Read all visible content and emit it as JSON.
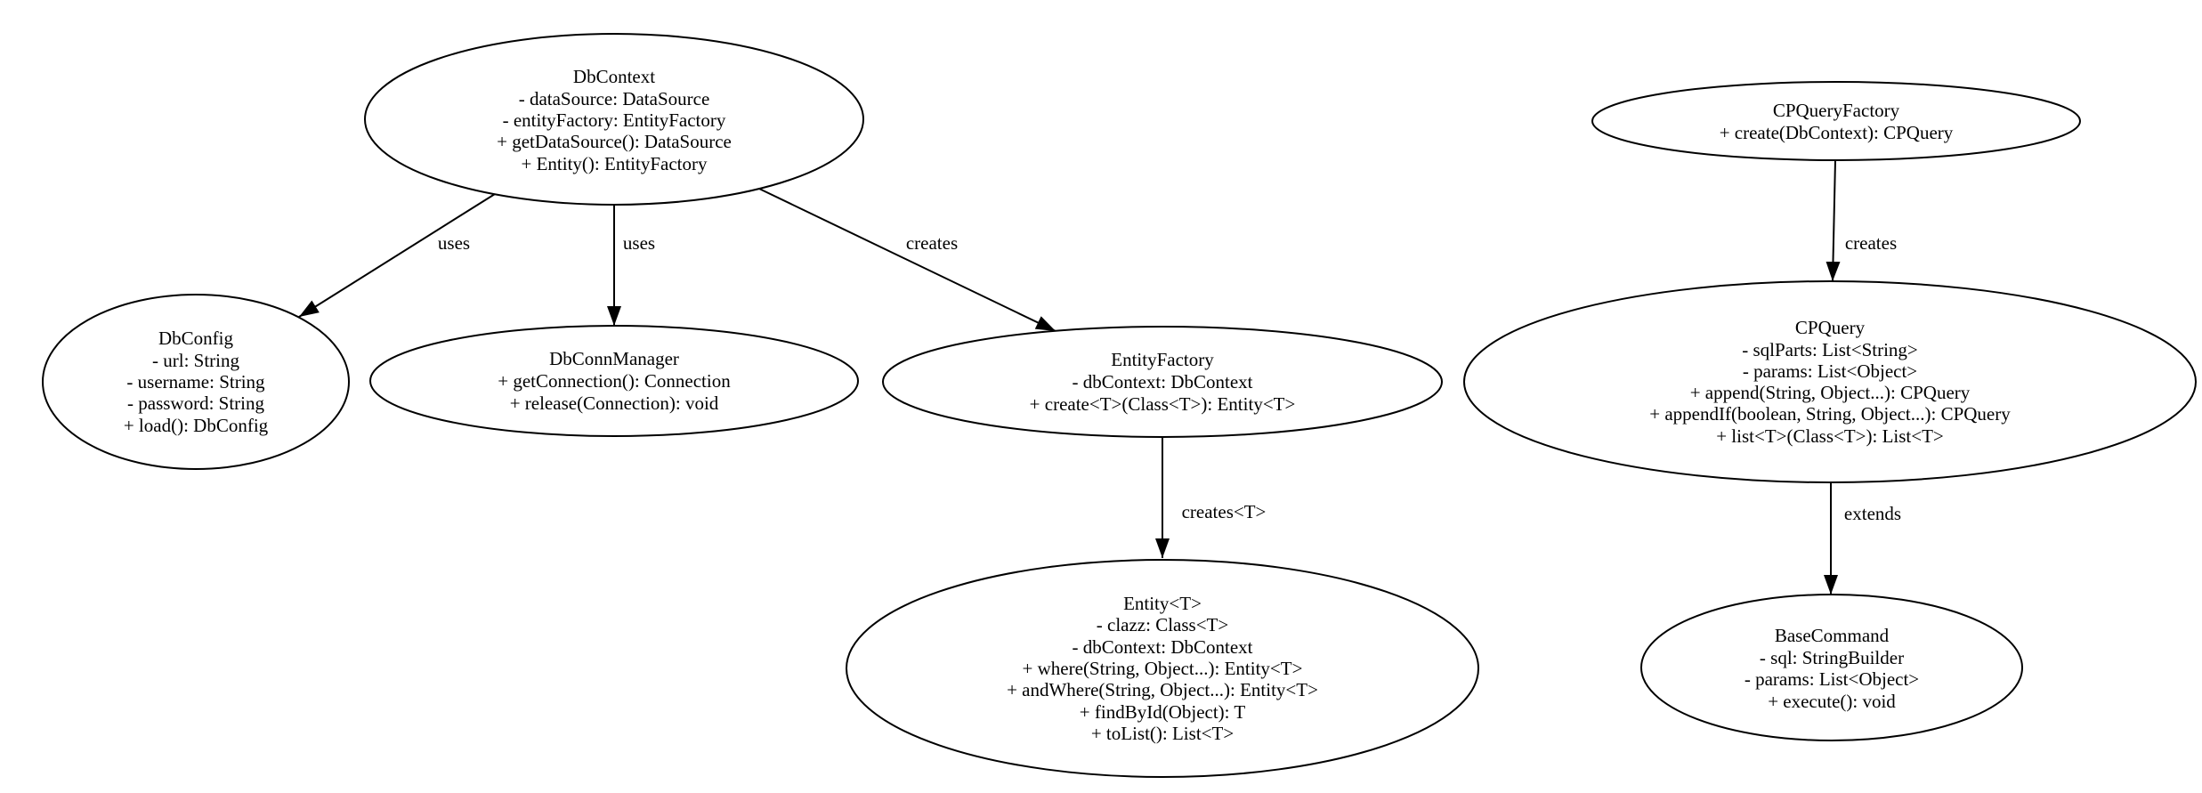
{
  "diagram": {
    "type": "uml-class-graph",
    "colors": {
      "background": "#ffffff",
      "node_fill": "#ffffff",
      "stroke": "#000000",
      "text": "#000000"
    },
    "nodes": {
      "dbContext": {
        "name": "DbContext",
        "lines": [
          "DbContext",
          "- dataSource: DataSource",
          "- entityFactory: EntityFactory",
          "+ getDataSource(): DataSource",
          "+ Entity(): EntityFactory"
        ]
      },
      "dbConfig": {
        "name": "DbConfig",
        "lines": [
          "DbConfig",
          "- url: String",
          "- username: String",
          "- password: String",
          "+ load(): DbConfig"
        ]
      },
      "dbConnManager": {
        "name": "DbConnManager",
        "lines": [
          "DbConnManager",
          "+ getConnection(): Connection",
          "+ release(Connection): void"
        ]
      },
      "entityFactory": {
        "name": "EntityFactory",
        "lines": [
          "EntityFactory",
          "- dbContext: DbContext",
          "+ create<T>(Class<T>): Entity<T>"
        ]
      },
      "entity": {
        "name": "Entity<T>",
        "lines": [
          "Entity<T>",
          "- clazz: Class<T>",
          "- dbContext: DbContext",
          "+ where(String, Object...): Entity<T>",
          "+ andWhere(String, Object...): Entity<T>",
          "+ findById(Object): T",
          "+ toList(): List<T>"
        ]
      },
      "cpQueryFactory": {
        "name": "CPQueryFactory",
        "lines": [
          "CPQueryFactory",
          "+ create(DbContext): CPQuery"
        ]
      },
      "cpQuery": {
        "name": "CPQuery",
        "lines": [
          "CPQuery",
          "- sqlParts: List<String>",
          "- params: List<Object>",
          "+ append(String, Object...): CPQuery",
          "+ appendIf(boolean, String, Object...): CPQuery",
          "+ list<T>(Class<T>): List<T>"
        ]
      },
      "baseCommand": {
        "name": "BaseCommand",
        "lines": [
          "BaseCommand",
          "- sql: StringBuilder",
          "- params: List<Object>",
          "+ execute(): void"
        ]
      }
    },
    "edges": [
      {
        "from": "DbContext",
        "to": "DbConfig",
        "label": "uses"
      },
      {
        "from": "DbContext",
        "to": "DbConnManager",
        "label": "uses"
      },
      {
        "from": "DbContext",
        "to": "EntityFactory",
        "label": "creates"
      },
      {
        "from": "EntityFactory",
        "to": "Entity<T>",
        "label": "creates<T>"
      },
      {
        "from": "CPQueryFactory",
        "to": "CPQuery",
        "label": "creates"
      },
      {
        "from": "CPQuery",
        "to": "BaseCommand",
        "label": "extends"
      }
    ]
  }
}
